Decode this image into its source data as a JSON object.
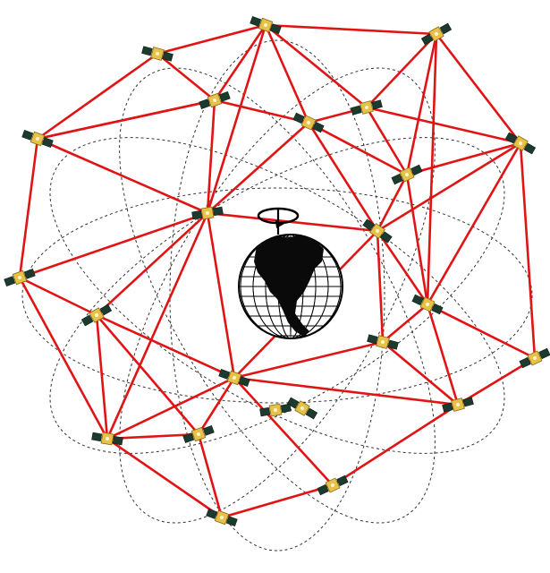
{
  "diagram": {
    "type": "satellite-constellation-network",
    "colors": {
      "background": "#ffffff",
      "link": "#e01414",
      "orbit": "#333333",
      "globe_ocean": "#ffffff",
      "globe_land": "#0a0a0a",
      "satellite_body": "#e6c24a",
      "satellite_panel": "#1d3a2e"
    },
    "icons": [
      "globe-icon",
      "rotation-arrow-icon",
      "satellite-icon"
    ],
    "satellite_count": 24,
    "link_count": 58,
    "orbit_count": 6
  }
}
